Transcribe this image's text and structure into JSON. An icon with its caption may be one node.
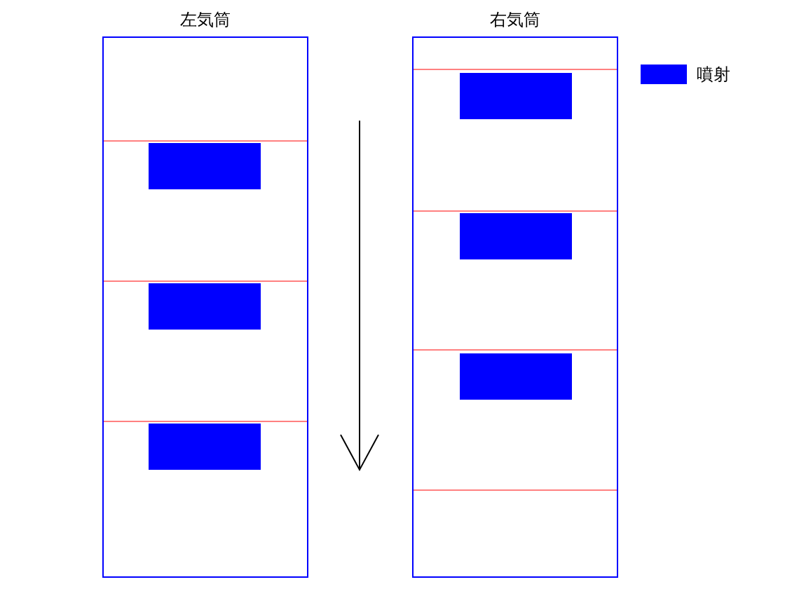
{
  "diagram": {
    "nodes": [
      {
        "text": [
          "左気筒"
        ]
      },
      {
        "text": [
          "右気筒"
        ]
      },
      {
        "text": [],
        "shape": "bar",
        "in": 0
      },
      {
        "text": [],
        "shape": "bar",
        "in": 0
      },
      {
        "text": [],
        "shape": "bar",
        "in": 0
      },
      {
        "text": [],
        "shape": "bar",
        "in": 1
      },
      {
        "text": [],
        "shape": "bar",
        "in": 1
      },
      {
        "text": [],
        "shape": "bar",
        "in": 1
      }
    ],
    "legend": [
      {
        "text": "噴射",
        "color": "#0000ff"
      }
    ]
  }
}
